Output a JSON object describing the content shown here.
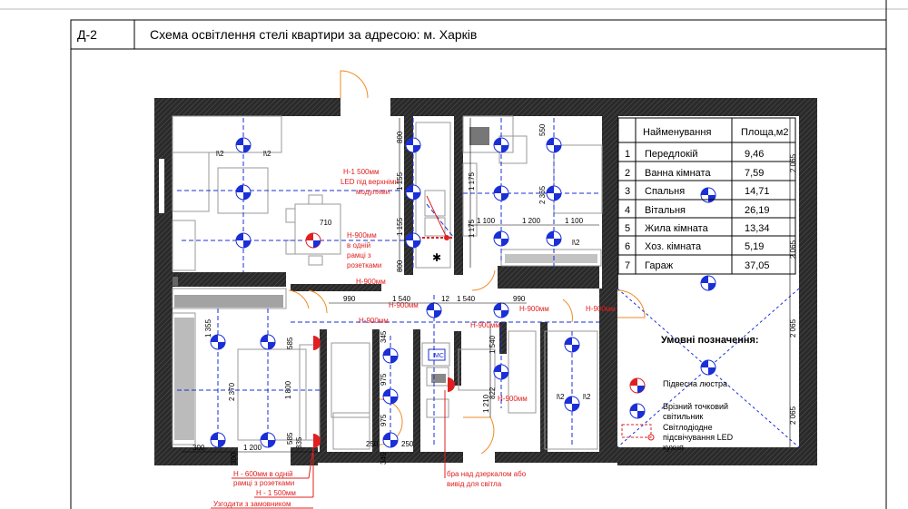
{
  "header": {
    "code": "Д-2",
    "title": "Схема освітлення стелі квартири за адресою: м. Харків"
  },
  "area_table": {
    "headers": [
      "Найменування",
      "Площа,м2"
    ],
    "rows": [
      {
        "n": "1",
        "name": "Передлокій",
        "area": "9,46"
      },
      {
        "n": "2",
        "name": "Ванна кімната",
        "area": "7,59"
      },
      {
        "n": "3",
        "name": "Спальня",
        "area": "14,71"
      },
      {
        "n": "4",
        "name": "Вітальня",
        "area": "26,19"
      },
      {
        "n": "5",
        "name": "Жила кімната",
        "area": "13,34"
      },
      {
        "n": "6",
        "name": "Хоз. кімната",
        "area": "5,19"
      },
      {
        "n": "7",
        "name": "Гараж",
        "area": "37,05"
      }
    ]
  },
  "legend": {
    "title": "Умовні позначення:",
    "pendant": "Підвесна люстра",
    "spot": "Врізний точковий світильник",
    "led": "Світлодіодне підсвічування LED кухня"
  },
  "notes": {
    "led_modules_1": "Н-1 500мм",
    "led_modules_2": "LED під верхніми",
    "led_modules_3": "модулями",
    "switch_frame_1": "Н-900мм",
    "switch_frame_2": "в одній",
    "switch_frame_3": "рамці з",
    "switch_frame_4": "розетками",
    "h900_a": "Н-900мм",
    "h900_b": "Н-900мм",
    "h900_c": "Н-900мм",
    "h900_d": "Н-900мм",
    "h900_e": "Н-900мм",
    "h900_f": "Н-900мм",
    "h900_g": "Н-900мм",
    "h600_1": "Н - 600мм в одній",
    "h600_2": "рамці з розетками",
    "h1500": "Н - 1 500мм",
    "socket_lock": "Узгодити з замовником",
    "sconce_1": "бра над дзеркалом або",
    "sconce_2": "вивід для світла",
    "mc": "МС"
  },
  "dimensions": {
    "d990a": "990",
    "d1540a": "1 540",
    "d12a": "12",
    "d1540b": "1 540",
    "d990b": "990",
    "d710": "710",
    "d800a": "800",
    "d1155a": "1 155",
    "d1155b": "1 155",
    "d800b": "800",
    "d1175a": "1 175",
    "d1175b": "1 175",
    "d2365": "2 365",
    "d550": "550",
    "d1100a": "1 100",
    "d1200a": "1 200",
    "d1100b": "1 100",
    "d1355": "1 355",
    "d2370": "2 370",
    "d1800": "1 800",
    "d300a": "300",
    "d1200b": "1 200",
    "d1200c": "1 200",
    "d300b": "300",
    "d585a": "585",
    "d585b": "585",
    "d335": "335",
    "d345a": "345",
    "d345b": "345",
    "d975a": "975",
    "d975b": "975",
    "d250a": "250",
    "d250b": "250",
    "d822": "822",
    "d1540c": "1 540",
    "d1210": "1 210",
    "d2065a": "2 065",
    "d2065b": "2 065",
    "d2065c": "2 065",
    "d2065d": "2 065",
    "half1": "l\\2",
    "half2": "l\\2",
    "half3": "l\\2",
    "half4": "l\\2",
    "half5": "l\\2"
  },
  "colors": {
    "wall": "#2a2a2a",
    "fixture_blue": "#1a2fd6",
    "note_red": "#e02020",
    "furniture": "#9a9a9a",
    "door": "#f08a24"
  }
}
